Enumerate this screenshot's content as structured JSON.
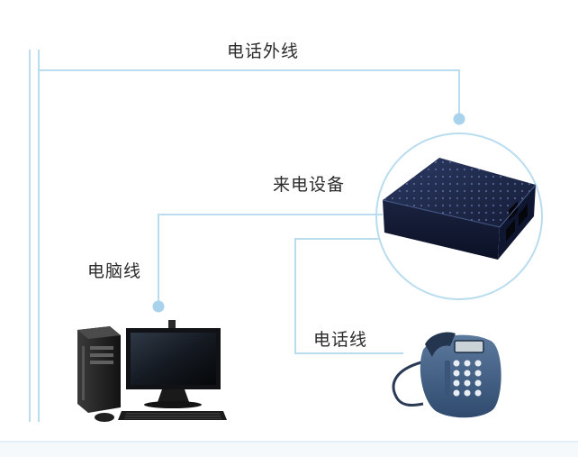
{
  "labels": {
    "outer_line": "电话外线",
    "caller_id_device": "来电设备",
    "computer_line": "电脑线",
    "phone_line": "电话线"
  },
  "colors": {
    "line": "#b9dcef",
    "dot": "#a9d3ec",
    "device_body": "#1d2848",
    "label_text": "#2b2b2b"
  }
}
